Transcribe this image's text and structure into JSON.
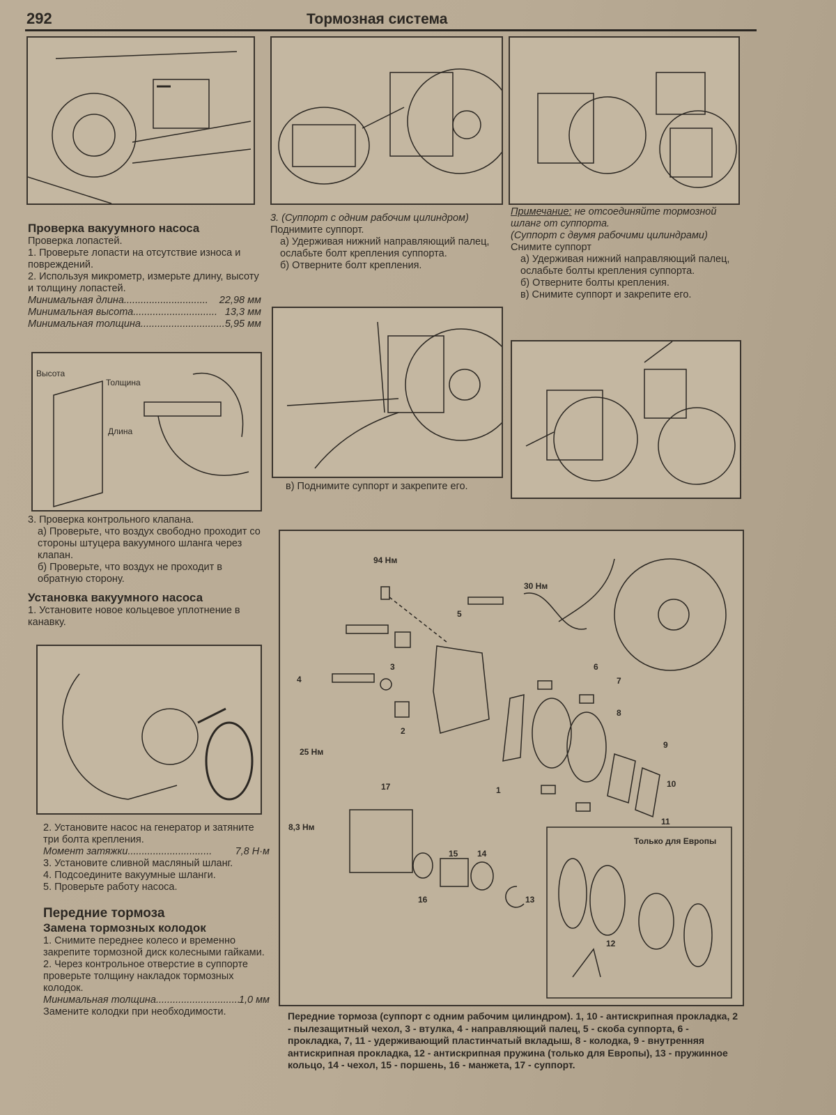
{
  "header": {
    "page_number": "292",
    "title": "Тормозная система"
  },
  "left": {
    "vac_check_heading": "Проверка вакуумного насоса",
    "vac_check_lines": [
      "Проверка лопастей.",
      "1. Проверьте лопасти на отсутствие износа и повреждений.",
      "2. Используя микрометр, измерьте длину, высоту и толщину лопастей."
    ],
    "specs": [
      {
        "label": "Минимальная длина",
        "value": "22,98 мм"
      },
      {
        "label": "Минимальная высота",
        "value": "13,3 мм"
      },
      {
        "label": "Минимальная толщина",
        "value": "5,95 мм"
      }
    ],
    "fig_labels": {
      "height": "Высота",
      "thickness": "Толщина",
      "length": "Длина"
    },
    "valve_lines": [
      "3. Проверка контрольного клапана.",
      "а) Проверьте, что воздух свободно проходит со стороны штуцера вакуумного шланга через клапан.",
      "б) Проверьте, что воздух не проходит в обратную сторону."
    ],
    "install_heading": "Установка вакуумного насоса",
    "install_lines": [
      "1. Установите новое кольцевое уплотнение в канавку."
    ],
    "install_lines2": [
      "2. Установите насос на генератор и затяните три болта крепления."
    ],
    "torque_spec": {
      "label": "Момент затяжки",
      "value": "7,8 Н·м"
    },
    "install_lines3": [
      "3. Установите сливной масляный шланг.",
      "4. Подсоедините вакуумные шланги.",
      "5. Проверьте работу насоса."
    ],
    "front_brakes_heading": "Передние тормоза",
    "pads_heading": "Замена тормозных колодок",
    "pads_lines": [
      "1. Снимите переднее колесо и временно закрепите тормозной диск колесными гайками.",
      "2. Через контрольное отверстие в суппорте проверьте толщину накладок тормозных колодок."
    ],
    "pad_spec": {
      "label": "Минимальная толщина",
      "value": "1,0 мм"
    },
    "pads_last": "Замените колодки при необходимости."
  },
  "middle": {
    "lines": [
      "3. (Суппорт с одним рабочим цилиндром)",
      "Поднимите суппорт.",
      "а) Удерживая нижний направляющий палец, ослабьте болт крепления суппорта.",
      "б) Отверните болт крепления."
    ],
    "fig_caption": "в) Поднимите суппорт и закрепите его."
  },
  "right": {
    "note_label": "Примечание:",
    "note_text": "не отсоединяйте тормозной шланг от суппорта.",
    "lines": [
      "(Суппорт с двумя рабочими цилиндрами)",
      "Снимите суппорт",
      "а) Удерживая нижний направляющий палец, ослабьте болты крепления суппорта.",
      "б) Отверните болты крепления.",
      "в) Снимите суппорт и закрепите его."
    ]
  },
  "diagram": {
    "labels": {
      "t94": "94 Нм",
      "t30": "30 Нм",
      "t25": "25 Нм",
      "t83": "8,3 Нм",
      "n1": "1",
      "n2": "2",
      "n3": "3",
      "n4": "4",
      "n5": "5",
      "n6": "6",
      "n7": "7",
      "n8": "8",
      "n9": "9",
      "n10": "10",
      "n11": "11",
      "n12": "12",
      "n13": "13",
      "n14": "14",
      "n15": "15",
      "n16": "16",
      "n17": "17",
      "europe": "Только для Европы"
    },
    "caption": "Передние тормоза (суппорт с одним рабочим цилиндром). 1, 10 - антискрипная прокладка, 2 - пылезащитный чехол, 3 - втулка, 4 - направляющий палец, 5 - скоба суппорта, 6 - прокладка, 7, 11 - удерживающий пластинчатый вкладыш, 8 - колодка, 9 - внутренняя антискрипная прокладка, 12 - антискрипная пружина (только для Европы), 13 - пружинное кольцо, 14 - чехол, 15 - поршень, 16 - манжета, 17 - суппорт."
  }
}
